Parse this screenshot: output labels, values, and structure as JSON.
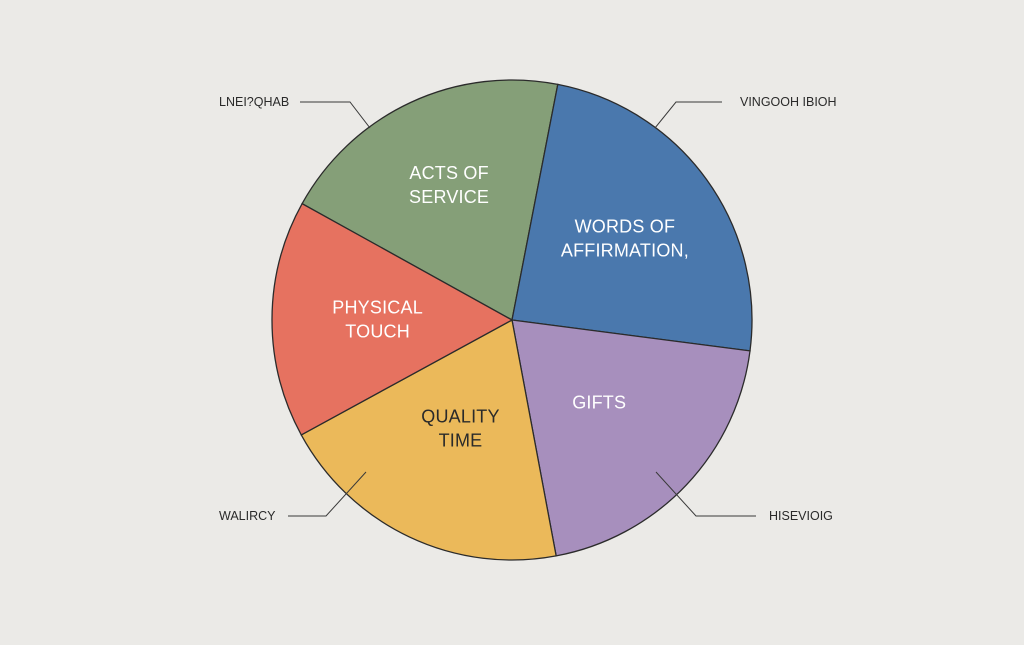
{
  "chart_data": {
    "type": "pie",
    "title": "",
    "slices": [
      {
        "label": "ACTS OF SERVICE",
        "lines": [
          "ACTS OF",
          "SERVICE"
        ],
        "value": 20,
        "color": "#859f78",
        "text_color": "#ffffff"
      },
      {
        "label": "WORDS OF AFFIRMATION,",
        "lines": [
          "WORDS OF",
          "AFFIRMATION,"
        ],
        "value": 24,
        "color": "#4a78ad",
        "text_color": "#ffffff"
      },
      {
        "label": "GIFTS",
        "lines": [
          "GIFTS"
        ],
        "value": 20,
        "color": "#a78fbd",
        "text_color": "#ffffff"
      },
      {
        "label": "QUALITY TIME",
        "lines": [
          "QUALITY",
          "TIME"
        ],
        "value": 20,
        "color": "#ebb95a",
        "text_color": "#2a2a2a"
      },
      {
        "label": "PHYSICAL TOUCH",
        "lines": [
          "PHYSICAL",
          "TOUCH"
        ],
        "value": 16,
        "color": "#e67260",
        "text_color": "#ffffff"
      }
    ],
    "callouts": [
      {
        "text": "LNEI?QHAB"
      },
      {
        "text": "VINGOOH IBIOH"
      },
      {
        "text": "WALIRCY"
      },
      {
        "text": "HISEVIOIG"
      }
    ]
  }
}
